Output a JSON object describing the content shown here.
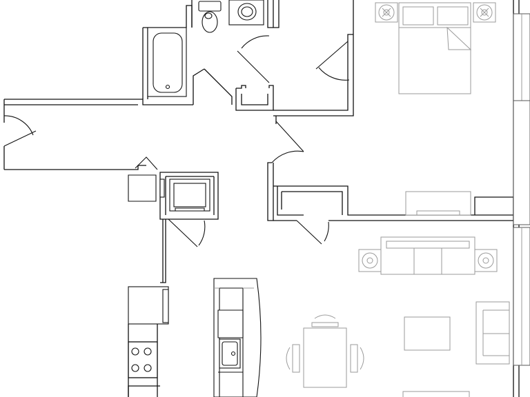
{
  "colors": {
    "background": "#ffffff",
    "walls": "#111111",
    "furniture": "#9a9a9a",
    "windows": "#555555"
  },
  "fixtures": [
    "toilet",
    "bathroom-sink",
    "bathtub",
    "washer-dryer",
    "refrigerator",
    "stove",
    "kitchen-sink"
  ],
  "furniture": [
    "bed",
    "nightstand-lamp",
    "dresser",
    "sofa",
    "end-table-lamp",
    "coffee-table",
    "armchair",
    "dining-table",
    "dining-chair"
  ]
}
